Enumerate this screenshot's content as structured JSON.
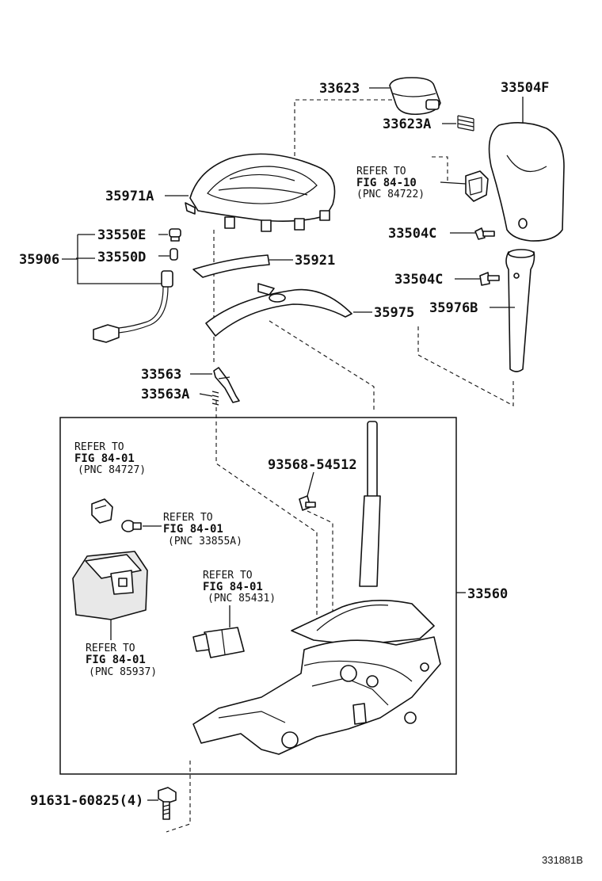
{
  "diagram": {
    "code": "331881B",
    "labels": {
      "p33623": "33623",
      "p33623A": "33623A",
      "p33504F": "33504F",
      "p35971A": "35971A",
      "p33550E": "33550E",
      "p33550D": "33550D",
      "p35906": "35906",
      "p35921": "35921",
      "p33504C_1": "33504C",
      "p33504C_2": "33504C",
      "p35976B": "35976B",
      "p35975": "35975",
      "p33563": "33563",
      "p33563A": "33563A",
      "p93568": "93568-54512",
      "p33560": "33560",
      "p91631": "91631-60825(4)"
    },
    "refs": [
      {
        "line1": "REFER TO",
        "line2": "FIG 84-10",
        "line3": "(PNC 84722)"
      },
      {
        "line1": "REFER TO",
        "line2": "FIG 84-01",
        "line3": "(PNC 84727)"
      },
      {
        "line1": "REFER TO",
        "line2": "FIG 84-01",
        "line3": "(PNC 33855A)"
      },
      {
        "line1": "REFER TO",
        "line2": "FIG 84-01",
        "line3": "(PNC 85431)"
      },
      {
        "line1": "REFER TO",
        "line2": "FIG 84-01",
        "line3": "(PNC 85937)"
      }
    ]
  }
}
